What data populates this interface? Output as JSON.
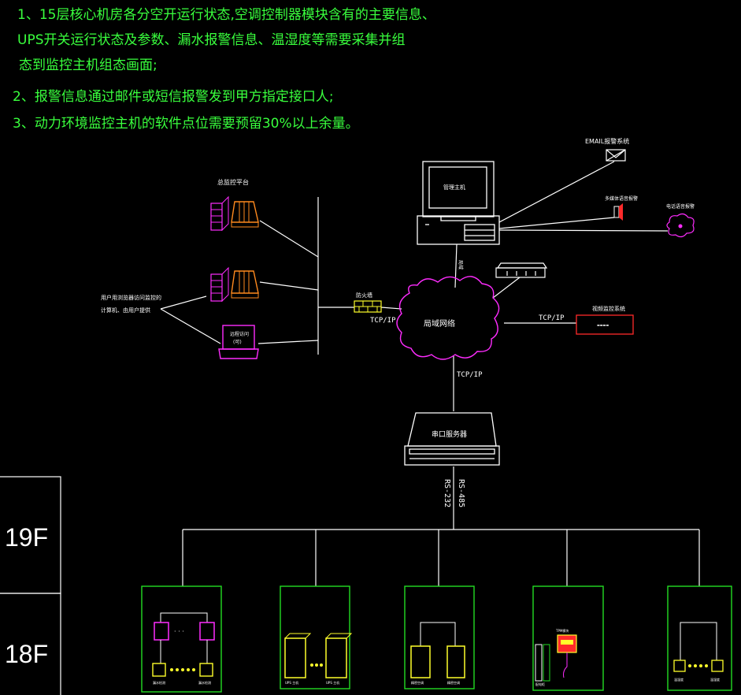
{
  "notes": {
    "line1": "1、15层核心机房各分空开运行状态,空调控制器模块含有的主要信息、",
    "line2": "UPS开关运行状态及参数、漏水报警信息、温湿度等需要采集并组",
    "line3": "态到监控主机组态画面;",
    "line4": "2、报警信息通过邮件或短信报警发到甲方指定接口人;",
    "line5": "3、动力环境监控主机的软件点位需要预留30%以上余量。"
  },
  "labels": {
    "email_alarm": "EMAIL报警系统",
    "management_host": "管理主机",
    "host_link": "局域",
    "sound_light_alarm": "多媒体语音报警",
    "phone_voice_alarm": "电话语音报警",
    "monitoring_platform": "总监控平台",
    "user_access": "用户用浏览器访问监控的",
    "user_access2": "计算机、由用户提供",
    "laptop_text": "远程访问",
    "laptop_text2": "(可)",
    "firewall": "防火墙",
    "tcpip_left": "TCP/IP",
    "tcpip_right": "TCP/IP",
    "tcpip_bottom": "TCP/IP",
    "lan_cloud": "局域网络",
    "video_system": "视频监控系统",
    "video_device": "▬▬▬▬",
    "serial_server": "串口服务器",
    "rs232": "RS-232",
    "rs485": "RS-485"
  },
  "floors": [
    "19F",
    "18F"
  ],
  "modules": [
    {
      "id": "leak",
      "caption1": "漏水检测",
      "caption2": "漏水检测"
    },
    {
      "id": "ups",
      "caption1": "UPS 主机",
      "caption2": "UPS 主机"
    },
    {
      "id": "ac",
      "caption1": "精密空调",
      "caption2": "精密空调"
    },
    {
      "id": "power",
      "caption1": "配电柜",
      "caption2": "TPM模块"
    },
    {
      "id": "th",
      "caption1": "温湿度",
      "caption2": "温湿度"
    }
  ],
  "colors": {
    "note": "#39ff3d",
    "line": "#ffffff",
    "magenta": "#ff2cff",
    "orange": "#ff8a1e",
    "yellow": "#ffff2a",
    "red": "#ff2a2a",
    "green_box": "#22dd22"
  }
}
